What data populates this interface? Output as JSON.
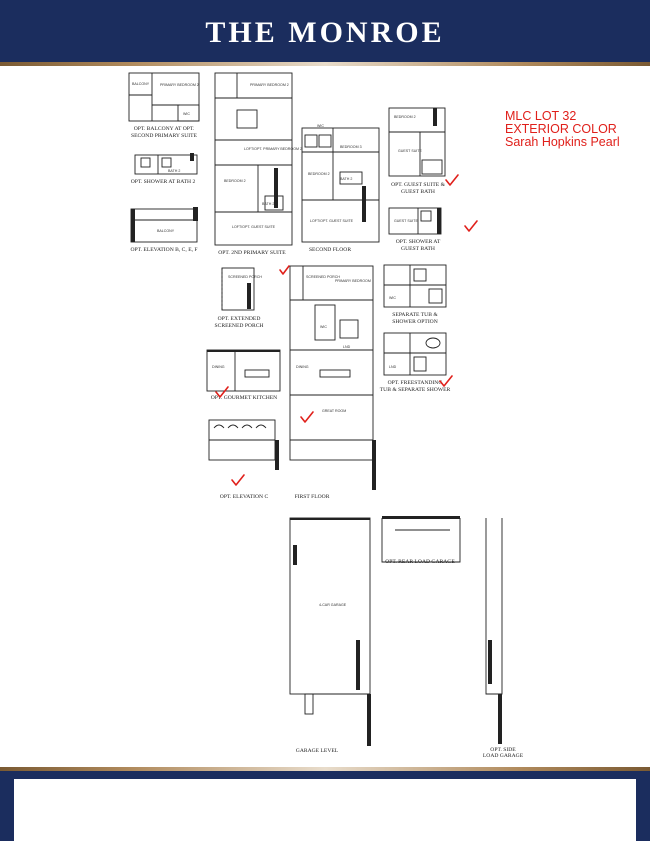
{
  "header": {
    "title": "THE MONROE"
  },
  "lot_note": {
    "line1": "MLC LOT 32",
    "line2": "EXTERIOR COLOR",
    "line3": "Sarah Hopkins Pearl"
  },
  "captions": {
    "opt_balcony": [
      "OPT. BALCONY AT OPT.",
      "SECOND PRIMARY SUITE"
    ],
    "opt_shower_bath2": "OPT. SHOWER AT BATH 2",
    "opt_elevation_bcef": "OPT. ELEVATION B, C, E, F",
    "opt_2nd_primary": "OPT. 2ND PRIMARY SUITE",
    "second_floor": "SECOND FLOOR",
    "opt_guest_suite": [
      "OPT. GUEST SUITE &",
      "GUEST BATH"
    ],
    "opt_shower_guest": [
      "OPT. SHOWER AT",
      "GUEST BATH"
    ],
    "opt_screened_porch": [
      "OPT. EXTENDED",
      "SCREENED PORCH"
    ],
    "opt_gourmet_kitchen": "OPT. GOURMET KITCHEN",
    "opt_elevation_c": "OPT. ELEVATION C",
    "first_floor": "FIRST FLOOR",
    "separate_tub": [
      "SEPARATE TUB &",
      "SHOWER OPTION"
    ],
    "opt_freestanding": [
      "OPT. FREESTANDING",
      "TUB & SEPARATE SHOWER"
    ],
    "garage_level": "GARAGE LEVEL",
    "opt_rear_load": "OPT. REAR LOAD GARAGE",
    "opt_side_load": [
      "OPT. SIDE",
      "LOAD GARAGE"
    ]
  },
  "room_labels": {
    "primary_bedroom_2": "PRIMARY BEDROOM 2",
    "balcony": "BALCONY",
    "loft_primary_bedroom": "LOFT/OPT. PRIMARY BEDROOM 2",
    "bedroom_2": "BEDROOM 2",
    "bath_2": "BATH 2",
    "loft_guest_suite": "LOFT/OPT. GUEST SUITE",
    "bedroom_3": "BEDROOM 3",
    "guest_suite": "GUEST SUITE",
    "screened_porch": "SCREENED PORCH",
    "primary_bedroom": "PRIMARY BEDROOM",
    "dining": "DINING",
    "great_room": "GREAT ROOM",
    "garage": "4-CAR GARAGE",
    "wic": "WIC",
    "laundry": "LND"
  },
  "colors": {
    "navy": "#1b2d5e",
    "gold": "#b08a5c",
    "note_red": "#e0201b",
    "line": "#222222"
  },
  "checkmark_count": 7
}
